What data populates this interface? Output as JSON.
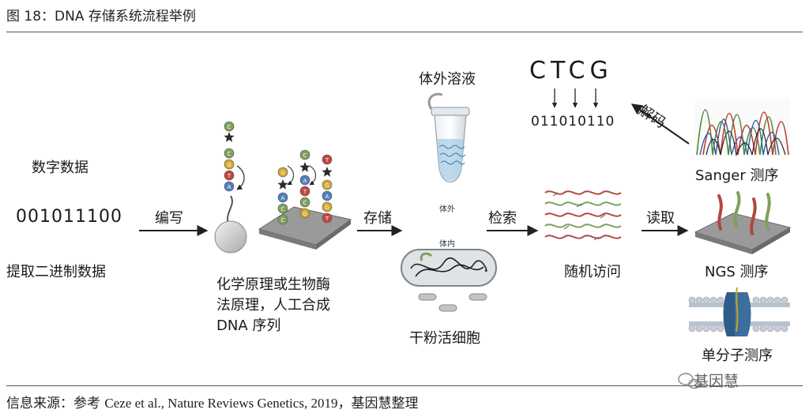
{
  "header": {
    "title": "图 18：DNA 存储系统流程举例"
  },
  "input": {
    "label": "数字数据",
    "binary": "001011100",
    "caption": "提取二进制数据"
  },
  "steps": {
    "write": "编写",
    "store": "存储",
    "retrieve": "检索",
    "read": "读取",
    "decode": "解码"
  },
  "synthesis": {
    "caption_lines": [
      "化学原理或生物酶",
      "法原理，人工合成",
      "DNA 序列"
    ],
    "bead_letters": [
      "C",
      "G",
      "T",
      "A"
    ],
    "chip_strands": [
      [
        "C",
        "C",
        "A"
      ],
      [
        "G",
        "C",
        "T",
        "A"
      ],
      [
        "T",
        "G",
        "A",
        "G"
      ]
    ]
  },
  "storage": {
    "in_vitro_label": "体外溶液",
    "tube_inner_label": "体外",
    "cell_inner_label": "体内",
    "in_vivo_caption": "干粉活细胞"
  },
  "random_access": {
    "caption": "随机访问"
  },
  "sequencing": {
    "sanger": "Sanger 测序",
    "ngs": "NGS 测序",
    "single_molecule": "单分子测序"
  },
  "decoded": {
    "bases": "CTCG",
    "bits": "011010110"
  },
  "source": {
    "prefix": "信息来源：参考",
    "citation": "Ceze et al., Nature Reviews Genetics, 2019",
    "suffix": "，基因慧整理"
  },
  "watermark": {
    "text": "基因慧"
  },
  "colors": {
    "arrow": "#222222",
    "chip": "#9a9a9a",
    "strand_green": "#7fa05a",
    "strand_red": "#b4453f",
    "tube_liquid": "#aacde6",
    "membrane": "#9aa7b8",
    "channel": "#2f5d8a"
  }
}
